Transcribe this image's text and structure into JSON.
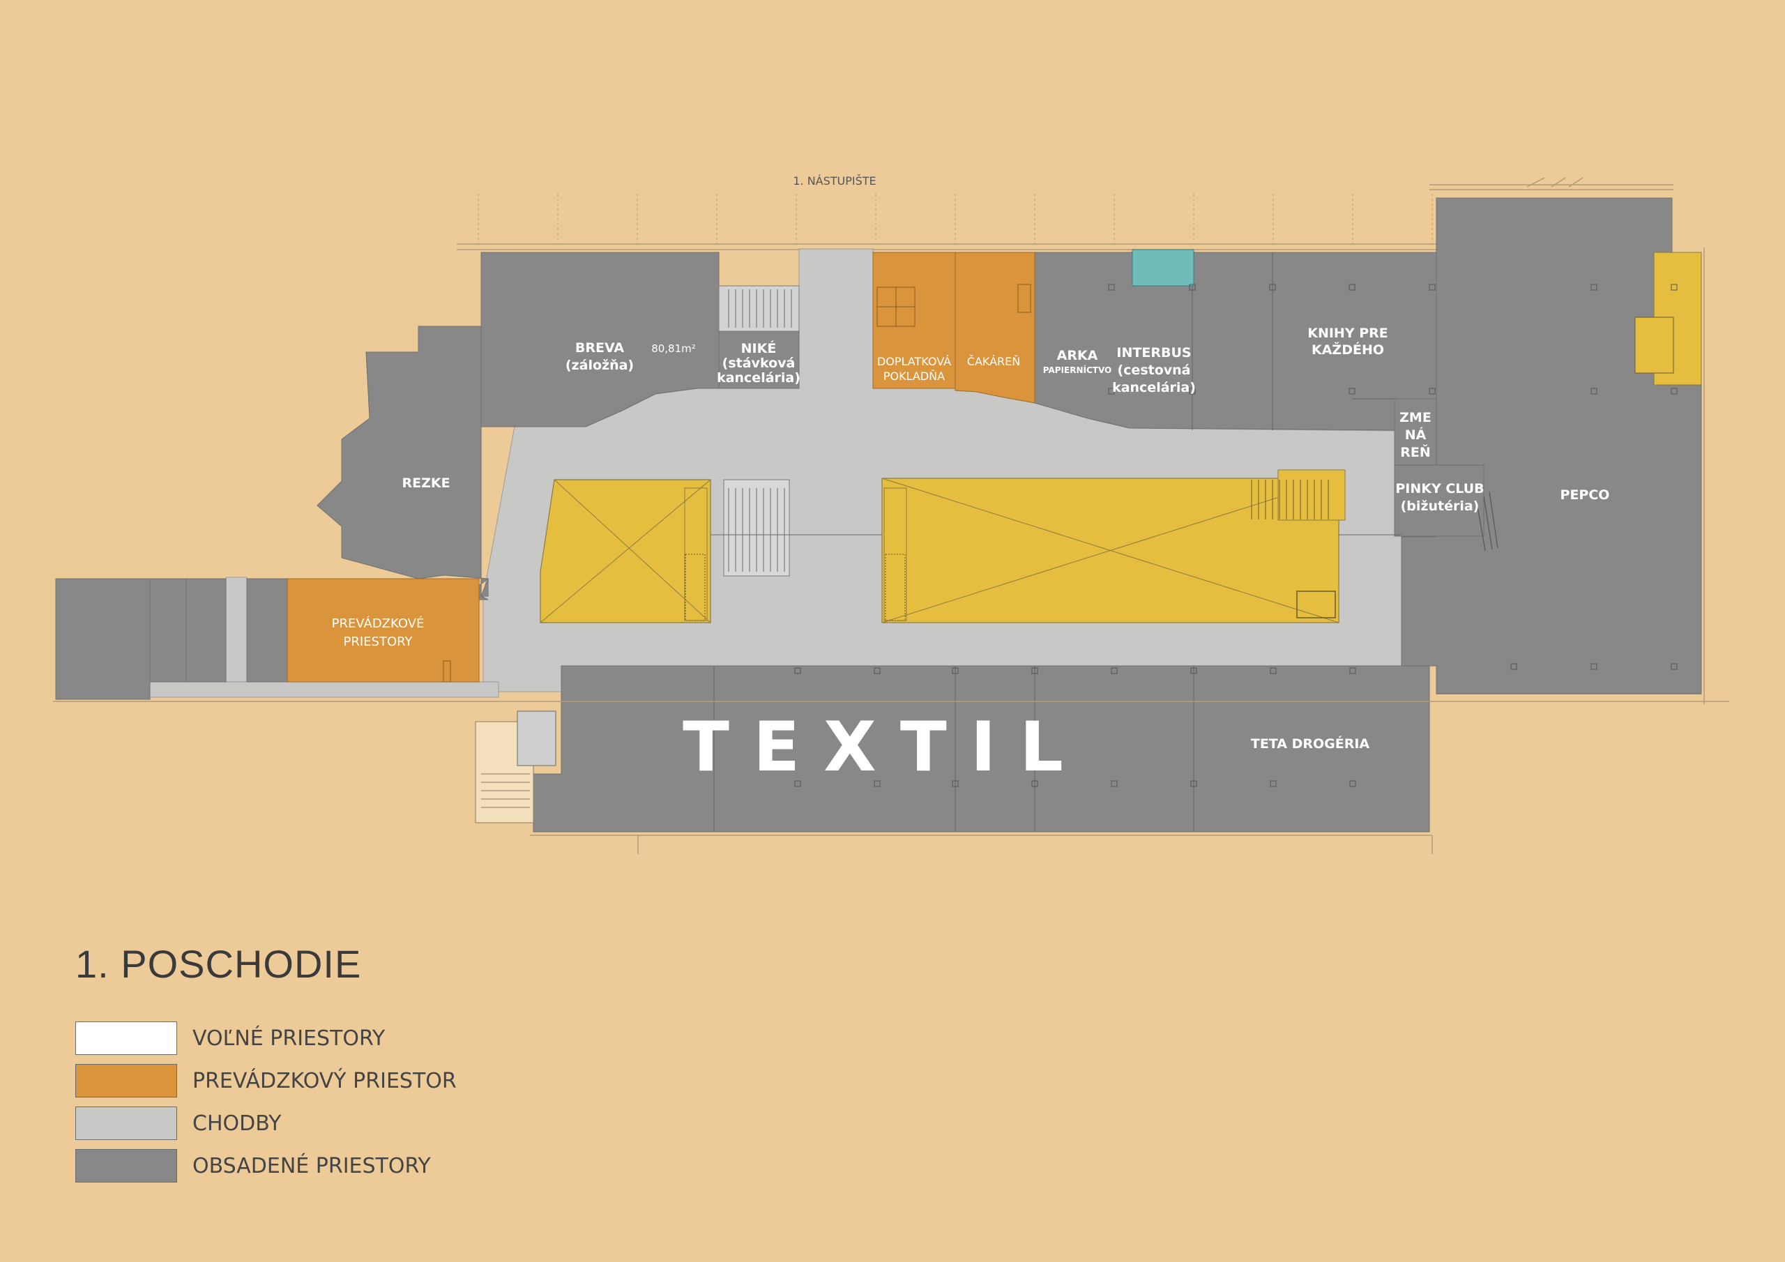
{
  "title": "1. POSCHODIE",
  "platform_label": "1. NÁSTUPIŠTE",
  "colors": {
    "background": "#EDCB98",
    "occupied": "#888888",
    "corridor": "#C8C8C6",
    "operational": "#D9943C",
    "free": "#FFFFFF",
    "escalator": "#E5BE40",
    "elevator": "#6FBDBA"
  },
  "shops": {
    "breva_name": "BREVA",
    "breva_sub": "(záložňa)",
    "breva_area": "80,81m²",
    "nike_name": "NIKÉ",
    "nike_sub1": "(stávková",
    "nike_sub2": "kancelária)",
    "doplatkova1": "DOPLATKOVÁ",
    "doplatkova2": "POKLADŇA",
    "cakaren": "ČAKÁREŇ",
    "arka_name": "ARKA",
    "arka_sub": "PAPIERNÍCTVO",
    "interbus_name": "INTERBUS",
    "interbus_sub1": "(cestovná",
    "interbus_sub2": "kancelária)",
    "knihy1": "KNIHY PRE",
    "knihy2": "KAŽDÉHO",
    "zmenaren1": "ZME",
    "zmenaren2": "NÁ",
    "zmenaren3": "REŇ",
    "pinky_name": "PINKY CLUB",
    "pinky_sub": "(bižutéria)",
    "pepco": "PEPCO",
    "rezke": "REZKE",
    "prevadzkove1": "PREVÁDZKOVÉ",
    "prevadzkove2": "PRIESTORY",
    "textil": "T E X T I L",
    "teta": "TETA DROGÉRIA"
  },
  "legend": [
    {
      "label": "VOĽNÉ PRIESTORY",
      "color": "#FFFFFF"
    },
    {
      "label": "PREVÁDZKOVÝ PRIESTOR",
      "color": "#D9943C"
    },
    {
      "label": "CHODBY",
      "color": "#C8C8C6"
    },
    {
      "label": "OBSADENÉ PRIESTORY",
      "color": "#888888"
    }
  ]
}
